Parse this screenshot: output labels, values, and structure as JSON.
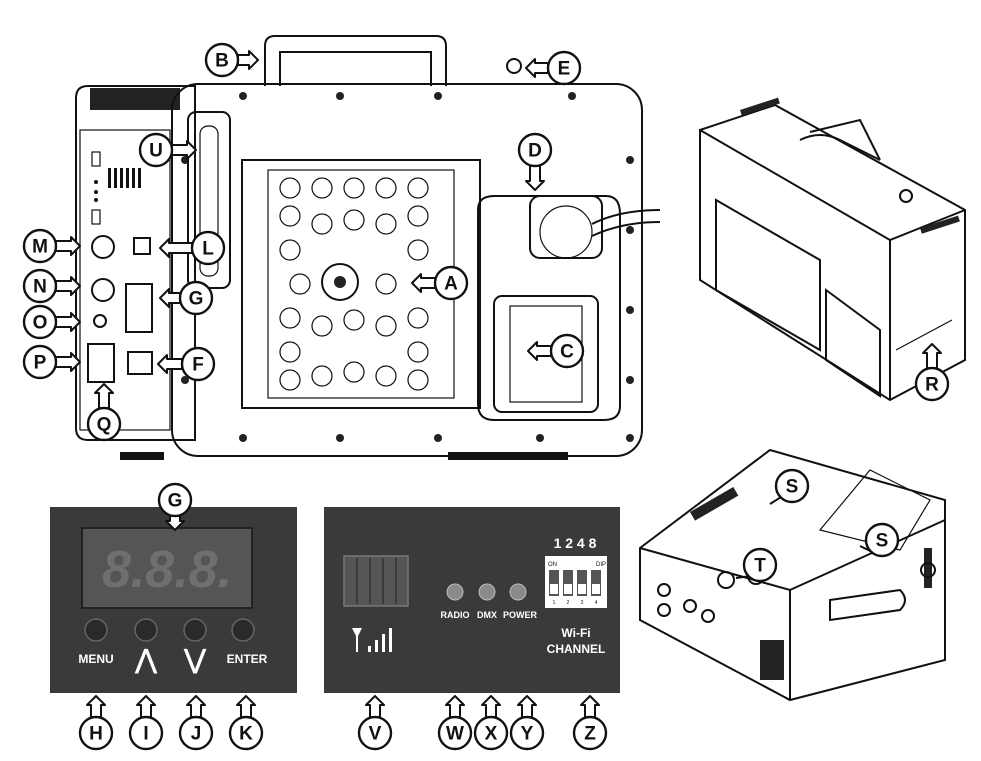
{
  "callouts": {
    "A": "A",
    "B": "B",
    "C": "C",
    "D": "D",
    "E": "E",
    "F": "F",
    "G": "G",
    "L": "L",
    "M": "M",
    "N": "N",
    "O": "O",
    "P": "P",
    "Q": "Q",
    "R": "R",
    "S": "S",
    "T": "T",
    "U": "U",
    "V": "V",
    "W": "W",
    "X": "X",
    "Y": "Y",
    "Z": "Z",
    "G2": "G",
    "H": "H",
    "I": "I",
    "J": "J",
    "K": "K"
  },
  "control_panel": {
    "display_text": "8.8.8.",
    "menu_label": "MENU",
    "enter_label": "ENTER",
    "up_symbol": "⋀",
    "down_symbol": "⋁"
  },
  "wifi_panel": {
    "radio_label": "RADIO",
    "dmx_label": "DMX",
    "power_label": "POWER",
    "channel_numbers": "1 2 4 8",
    "dip_on_label": "ON",
    "dip_label": "DIP",
    "dip_switch_numbers": [
      "1",
      "2",
      "3",
      "4"
    ],
    "wifi_label": "Wi-Fi",
    "channel_label": "CHANNEL"
  },
  "colors": {
    "panel_bg": "#3a3a3a",
    "display_bg": "#555555",
    "led_digit": "#6f6f6f",
    "line": "#111111"
  }
}
